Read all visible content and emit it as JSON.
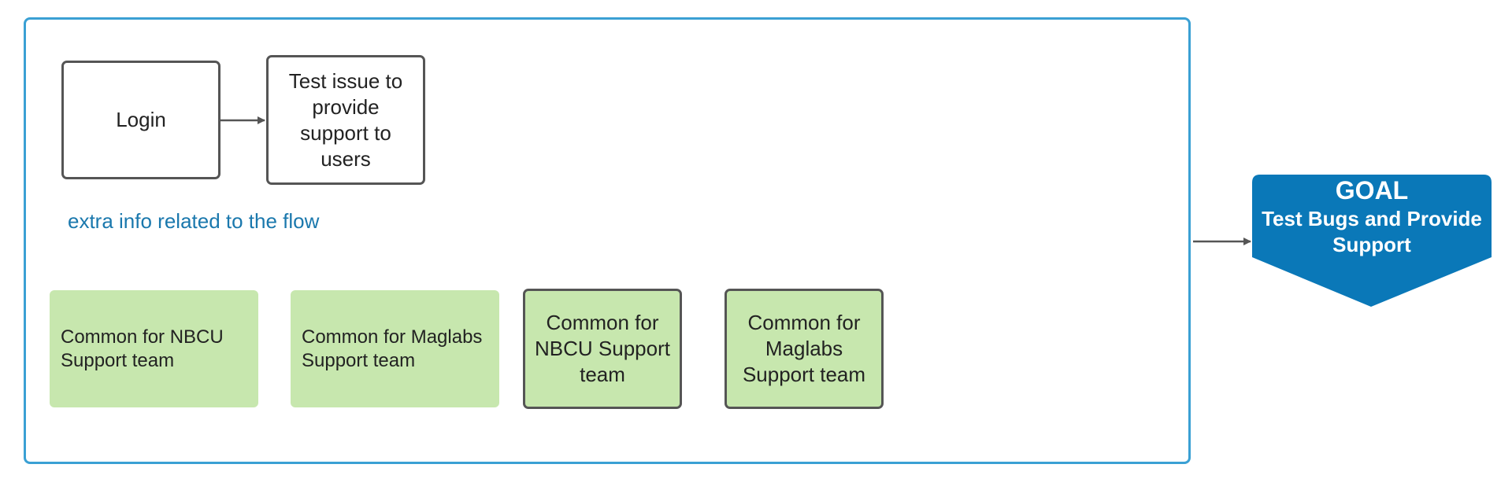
{
  "diagram": {
    "nodes": {
      "login": "Login",
      "test_issue": "Test issue to provide support to users",
      "common_nbcu_flat": "Common for NBCU Support team",
      "common_maglabs_flat": "Common for Maglabs Support team",
      "common_nbcu_outlined": "Common for NBCU Support team",
      "common_maglabs_outlined": "Common for Maglabs Support team"
    },
    "note": "extra info related to the flow",
    "goal": {
      "title": "GOAL",
      "subtitle": "Test Bugs and Provide Support"
    },
    "edges": [
      {
        "from": "login",
        "to": "test_issue"
      },
      {
        "from": "container",
        "to": "goal"
      }
    ],
    "colors": {
      "container_border": "#3aa0d4",
      "node_border": "#555555",
      "green_fill": "#c7e7ae",
      "goal_fill": "#0a78b8",
      "note_text": "#1a78ad",
      "arrow": "#555555"
    }
  }
}
